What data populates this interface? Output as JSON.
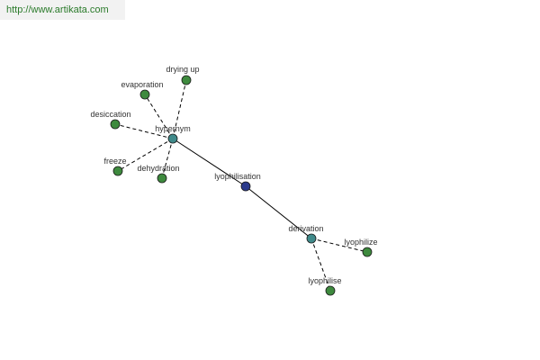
{
  "header": {
    "url": "http://www.artikata.com"
  },
  "graph": {
    "colors": {
      "center": "#2b3a8c",
      "relation": "#3f8a8a",
      "leaf": "#3e8a3e",
      "edge": "#000000"
    },
    "nodes": [
      {
        "id": "lyophilisation",
        "label": "lyophilisation",
        "type": "center"
      },
      {
        "id": "hypernym",
        "label": "hypernym",
        "type": "relation"
      },
      {
        "id": "derivation",
        "label": "derivation",
        "type": "relation"
      },
      {
        "id": "drying-up",
        "label": "drying up",
        "type": "leaf"
      },
      {
        "id": "evaporation",
        "label": "evaporation",
        "type": "leaf"
      },
      {
        "id": "desiccation",
        "label": "desiccation",
        "type": "leaf"
      },
      {
        "id": "freeze",
        "label": "freeze",
        "type": "leaf"
      },
      {
        "id": "dehydration",
        "label": "dehydration",
        "type": "leaf"
      },
      {
        "id": "lyophilize",
        "label": "lyophilize",
        "type": "leaf"
      },
      {
        "id": "lyophilise",
        "label": "lyophilise",
        "type": "leaf"
      }
    ],
    "edges": [
      {
        "from": "lyophilisation",
        "to": "hypernym",
        "style": "solid"
      },
      {
        "from": "lyophilisation",
        "to": "derivation",
        "style": "solid"
      },
      {
        "from": "hypernym",
        "to": "drying-up",
        "style": "dashed"
      },
      {
        "from": "hypernym",
        "to": "evaporation",
        "style": "dashed"
      },
      {
        "from": "hypernym",
        "to": "desiccation",
        "style": "dashed"
      },
      {
        "from": "hypernym",
        "to": "freeze",
        "style": "dashed"
      },
      {
        "from": "hypernym",
        "to": "dehydration",
        "style": "dashed"
      },
      {
        "from": "derivation",
        "to": "lyophilize",
        "style": "dashed"
      },
      {
        "from": "derivation",
        "to": "lyophilise",
        "style": "dashed"
      }
    ]
  }
}
